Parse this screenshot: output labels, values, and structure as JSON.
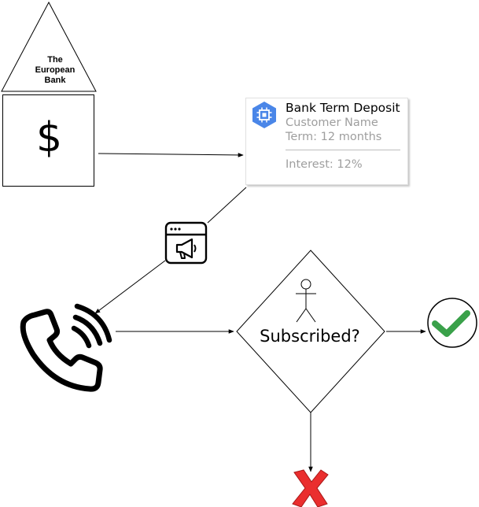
{
  "colors": {
    "accent_blue": "#4a86e8",
    "check_green": "#3aa14a",
    "cross_red": "#ea2e2e",
    "muted_text": "#9e9e9e"
  },
  "bank": {
    "title_lines": [
      "The",
      "European",
      "Bank"
    ],
    "symbol": "$"
  },
  "deposit_card": {
    "icon": "chip-hexagon-icon",
    "title": "Bank Term Deposit",
    "customer": "Customer Name",
    "term": "Term: 12 months",
    "interest": "Interest: 12%"
  },
  "campaign": {
    "icon": "megaphone-browser-icon"
  },
  "contact": {
    "icon": "phone-call-icon"
  },
  "decision": {
    "label": "Subscribed?",
    "icon": "person-icon"
  },
  "outcomes": {
    "yes_icon": "check-circle-icon",
    "no_icon": "red-x-icon"
  }
}
